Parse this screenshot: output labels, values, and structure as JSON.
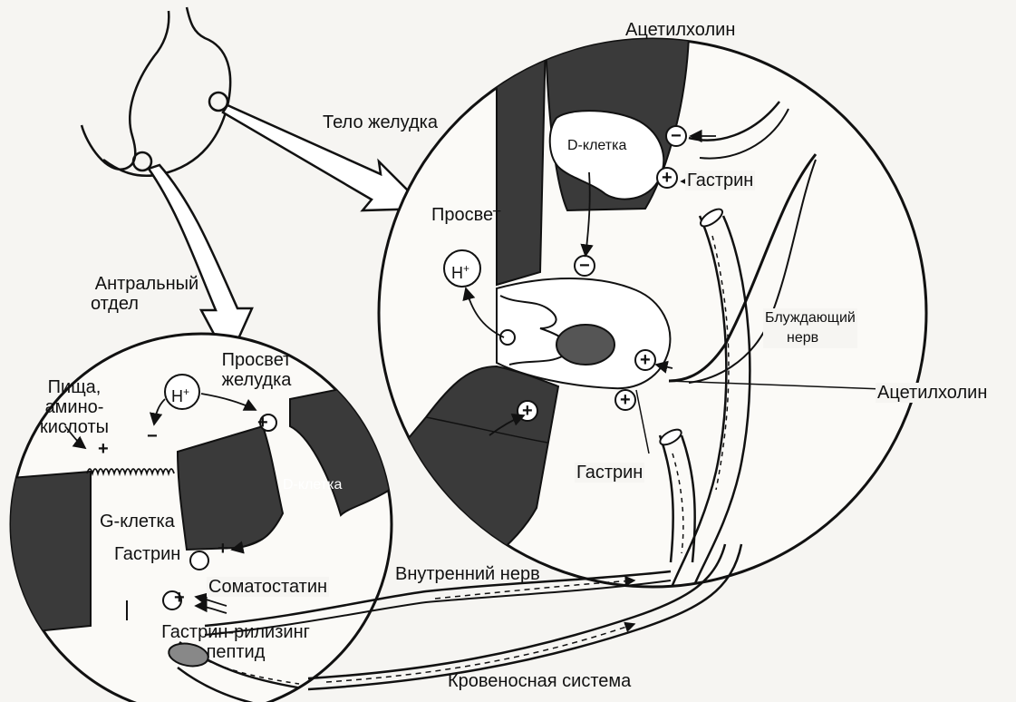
{
  "labels": {
    "acetylcholine_top": "Ацетилхолин",
    "stomach_body": "Тело желудка",
    "d_cell_body": "D-клетка",
    "gastrin_top": "Гастрин",
    "lumen_body": "Просвет",
    "antral_line1": "Антральный",
    "antral_line2": "отдел",
    "vagus_line1": "Блуждающий",
    "vagus_line2": "нерв",
    "acetylcholine_right": "Ацетилхолин",
    "gastrin_body_lower": "Гастрин",
    "gastric_lumen_line1": "Просвет",
    "gastric_lumen_line2": "желудка",
    "food_line1": "Пища,",
    "food_line2": "амино-",
    "food_line3": "кислоты",
    "d_cell_antrum": "D-клетка",
    "g_cell": "G-клетка",
    "gastrin_antrum": "Гастрин",
    "somatostatin": "Соматостатин",
    "enteric_nerve": "Внутренний нерв",
    "grp_line1": "Гастрин-рилизинг",
    "grp_line2": "пептид",
    "blood_system": "Кровеносная система"
  },
  "symbols": {
    "h_plus": "H",
    "plus_sign": "+",
    "minus_sign": "−"
  },
  "colors": {
    "ink": "#111111",
    "cell_dark": "#3a3a3a",
    "paper": "#f6f5f2"
  }
}
